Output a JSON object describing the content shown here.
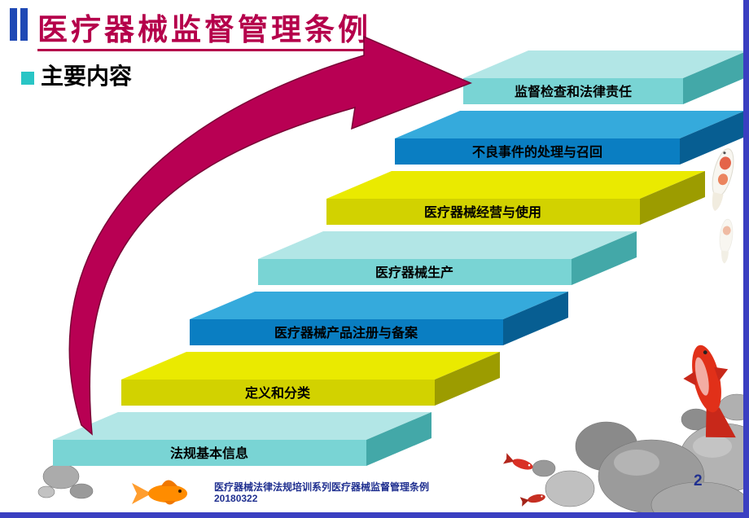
{
  "slide": {
    "title": "医疗器械监督管理条例",
    "subtitle": "主要内容",
    "footer": {
      "line1": "医疗器械法律法规培训系列医疗器械监督管理条例",
      "line2": "20180322"
    },
    "page_number": "2"
  },
  "steps": [
    {
      "label": "法规基本信息",
      "color": "cyan"
    },
    {
      "label": "定义和分类",
      "color": "yellow"
    },
    {
      "label": "医疗器械产品注册与备案",
      "color": "blue"
    },
    {
      "label": "医疗器械生产",
      "color": "cyan"
    },
    {
      "label": "医疗器械经营与使用",
      "color": "yellow"
    },
    {
      "label": "不良事件的处理与召回",
      "color": "blue"
    },
    {
      "label": "监督检查和法律责任",
      "color": "cyan"
    }
  ],
  "colors": {
    "title_red": "#b5004b",
    "accent_bar_blue": "#1f49b5",
    "bullet_cyan": "#29c5c5",
    "arrow_magenta": "#b80053",
    "step_cyan": "#79d4d4",
    "step_yellow": "#d2d200",
    "step_blue": "#0a7ec2",
    "footer_blue": "#203090",
    "border_blue": "#3a3fc1"
  },
  "decorations": {
    "icons": [
      "faint-koi-fish-icon",
      "red-koi-fish-icon",
      "stone-pile-icon",
      "small-red-fish-icon",
      "orange-goldfish-icon",
      "pebbles-icon"
    ]
  }
}
